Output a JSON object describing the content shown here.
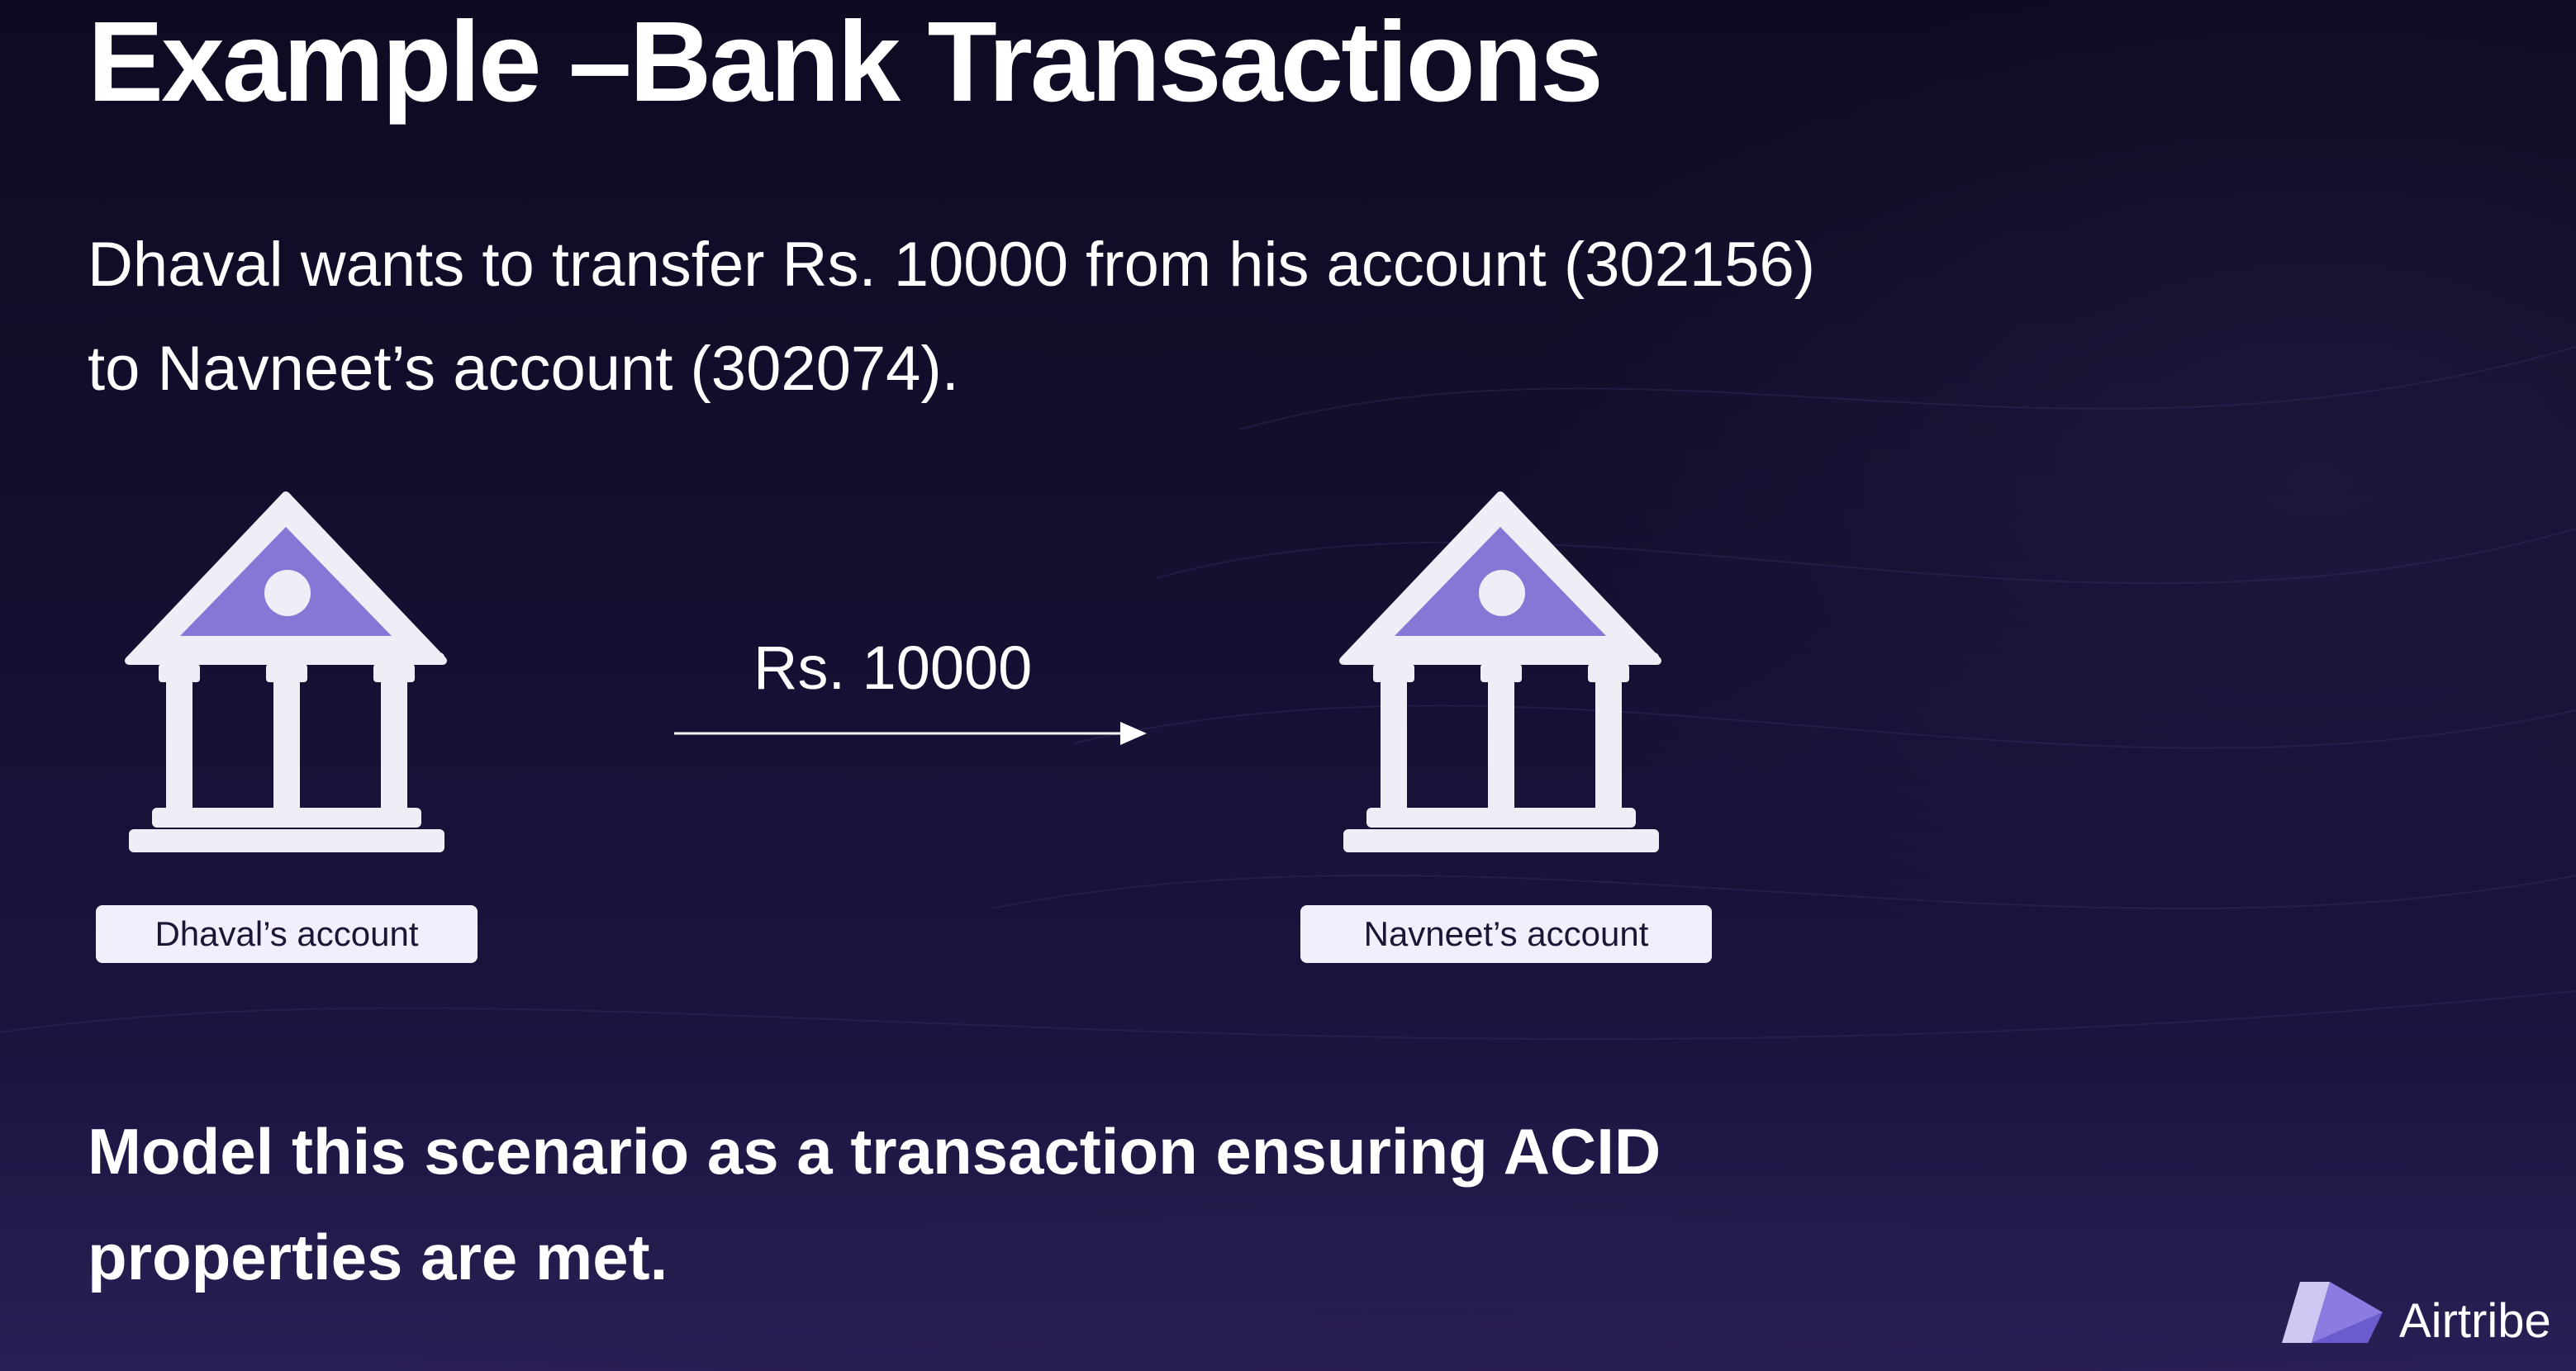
{
  "slide": {
    "title": "Example –Bank Transactions",
    "intro_line1": "Dhaval wants to transfer Rs. 10000 from his account (302156)",
    "intro_line2": "to Navneet’s account (302074).",
    "task_line1": "Model this scenario as a transaction ensuring ACID",
    "task_line2": "properties are met."
  },
  "diagram": {
    "from_label": "Dhaval’s account",
    "to_label": "Navneet’s account",
    "transfer_amount": "Rs. 10000",
    "icons": [
      "bank-icon",
      "bank-icon",
      "arrow-right-icon"
    ]
  },
  "brand": {
    "name": "Airtribe",
    "logo_icon": "airtribe-logo-icon"
  },
  "colors": {
    "background": "#141031",
    "bank_icon_body": "#efedf6",
    "bank_icon_accent": "#8577d6",
    "label_background": "#f3eefc"
  }
}
